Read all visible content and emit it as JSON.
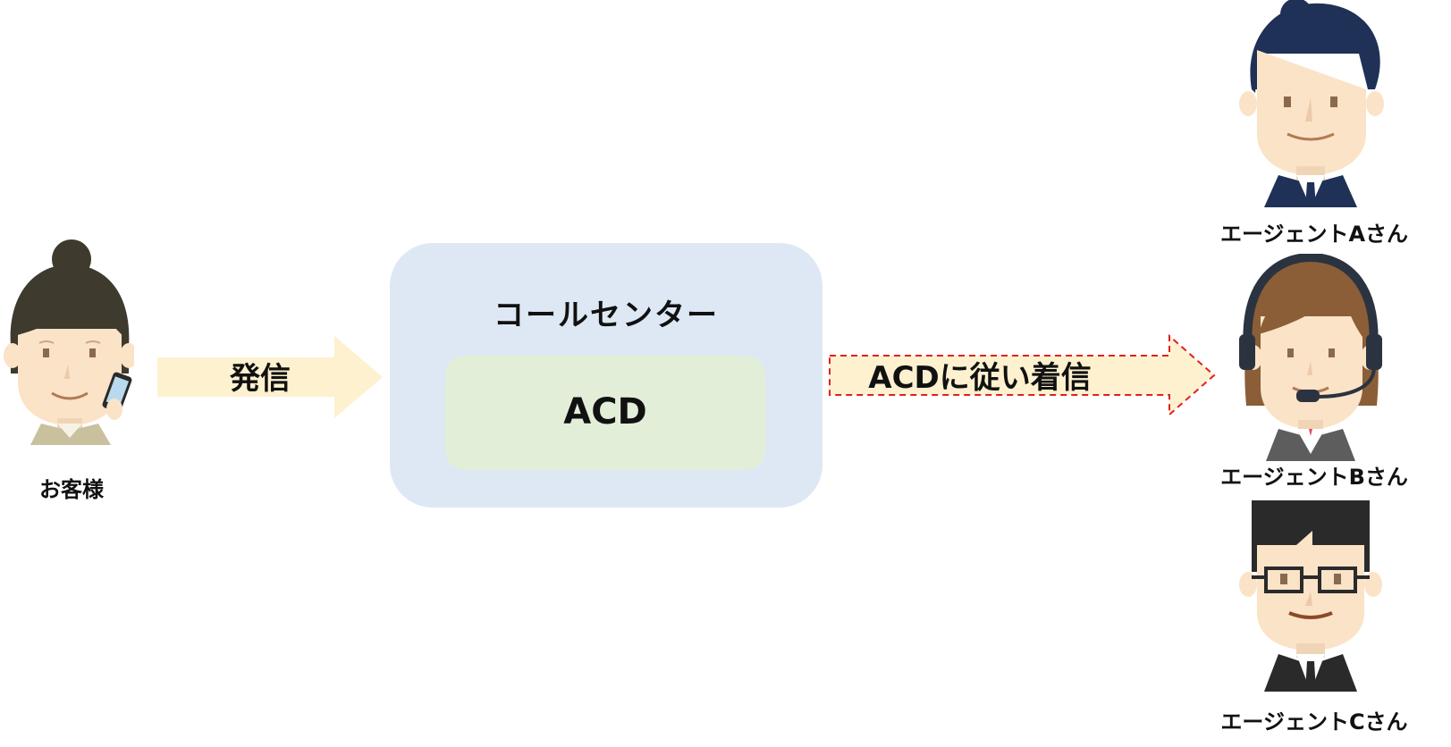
{
  "nodes": {
    "customer": {
      "label": "お客様"
    },
    "call_center": {
      "title": "コールセンター",
      "inner_label": "ACD"
    },
    "agents": [
      {
        "label": "エージェントAさん"
      },
      {
        "label": "エージェントBさん"
      },
      {
        "label": "エージェントCさん"
      }
    ]
  },
  "edges": {
    "call": {
      "label": "発信",
      "style": "solid",
      "fill": "#fdf1cf"
    },
    "route": {
      "label": "ACDに従い着信",
      "style": "dashed",
      "fill": "#fdf1cf",
      "stroke": "#e02020"
    }
  },
  "colors": {
    "call_center_box": "#dde8f4",
    "acd_box": "#e3eed9",
    "arrow_fill": "#fdf1cf",
    "skin": "#fbe3c8"
  }
}
